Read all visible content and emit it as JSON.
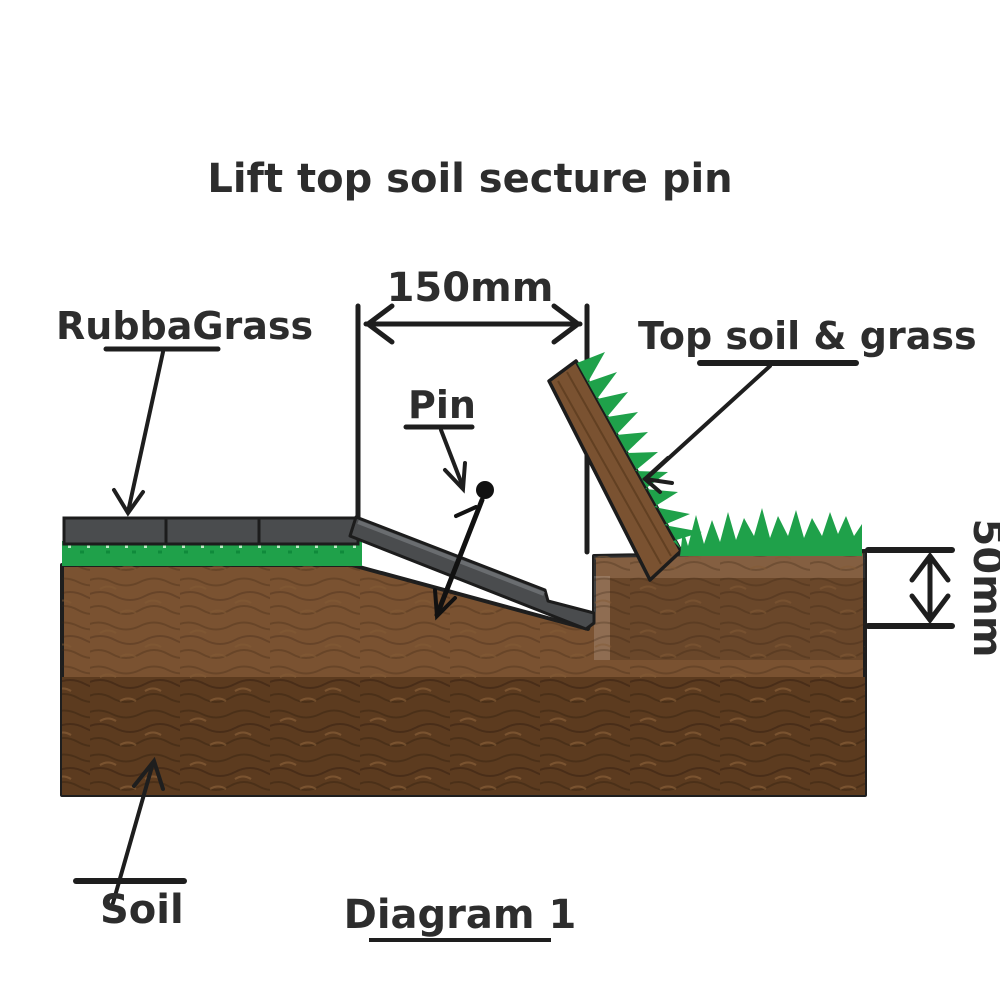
{
  "diagram": {
    "title": "Lift top soil secture pin",
    "caption": "Diagram 1",
    "labels": {
      "rubbagrass": "RubbaGrass",
      "pin": "Pin",
      "top_soil_grass": "Top soil & grass",
      "soil": "Soil"
    },
    "dimensions": {
      "gap_width": "150mm",
      "step_depth": "50mm"
    },
    "colors": {
      "grass": "#1FA14A",
      "grass_dark": "#0F8A3B",
      "soil_upper": "#7A5231",
      "soil_lower": "#5C3B1F",
      "tile": "#4A4C4E",
      "outline": "#1E1E1E",
      "text": "#2D2D2D"
    }
  }
}
